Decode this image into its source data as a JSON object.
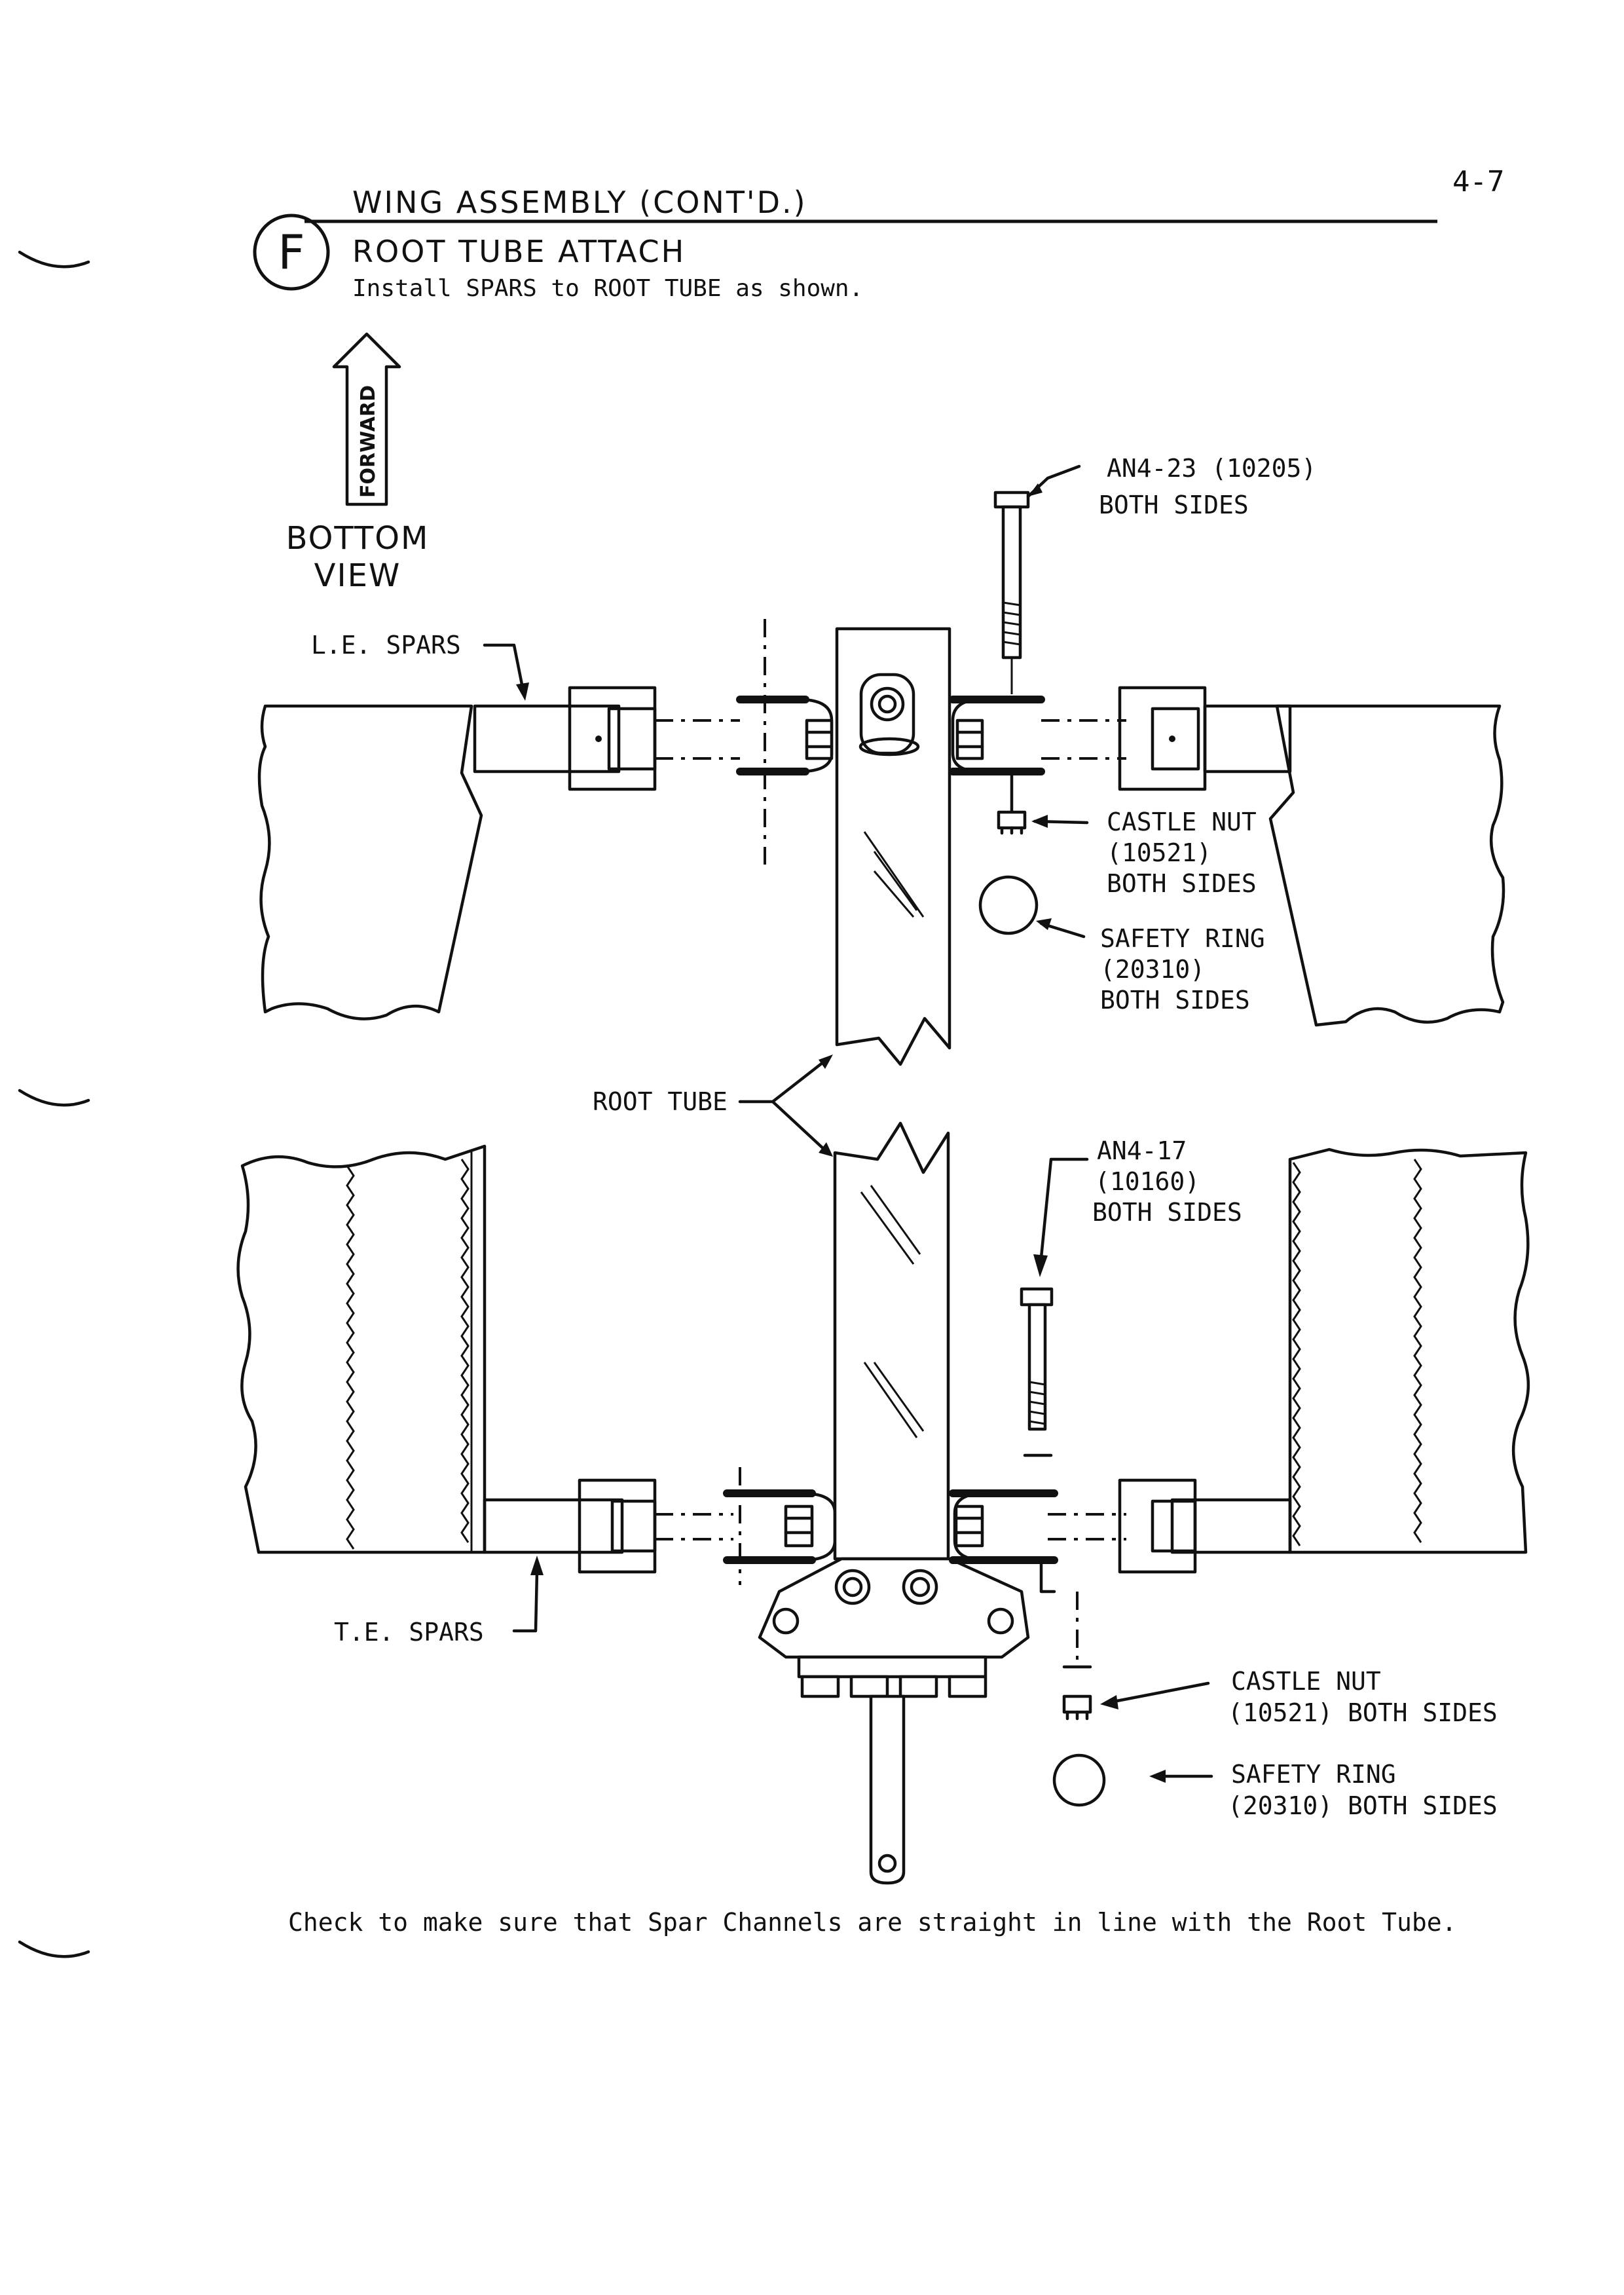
{
  "page_number": "4-7",
  "header": {
    "title": "WING ASSEMBLY (CONT'D.)",
    "step_letter": "F",
    "subtitle": "ROOT TUBE ATTACH",
    "instruction": "Install SPARS to ROOT TUBE as shown."
  },
  "orientation": {
    "arrow_label": "FORWARD",
    "view_label_line1": "BOTTOM",
    "view_label_line2": "VIEW"
  },
  "labels": {
    "le_spars": "L.E. SPARS",
    "te_spars": "T.E. SPARS",
    "root_tube": "ROOT TUBE",
    "bolt_top_line1": "AN4-23 (10205)",
    "bolt_top_line2": "BOTH SIDES",
    "castle_top_line1": "CASTLE NUT",
    "castle_top_line2": "(10521)",
    "castle_top_line3": "BOTH SIDES",
    "ring_top_line1": "SAFETY RING",
    "ring_top_line2": "(20310)",
    "ring_top_line3": "BOTH SIDES",
    "bolt_bottom_line1": "AN4-17",
    "bolt_bottom_line2": "(10160)",
    "bolt_bottom_line3": "BOTH SIDES",
    "castle_bottom_line1": "CASTLE NUT",
    "castle_bottom_line2": "(10521) BOTH SIDES",
    "ring_bottom_line1": "SAFETY RING",
    "ring_bottom_line2": "(20310) BOTH SIDES"
  },
  "footer_note": "Check to make sure that Spar Channels are straight in line with the Root Tube."
}
